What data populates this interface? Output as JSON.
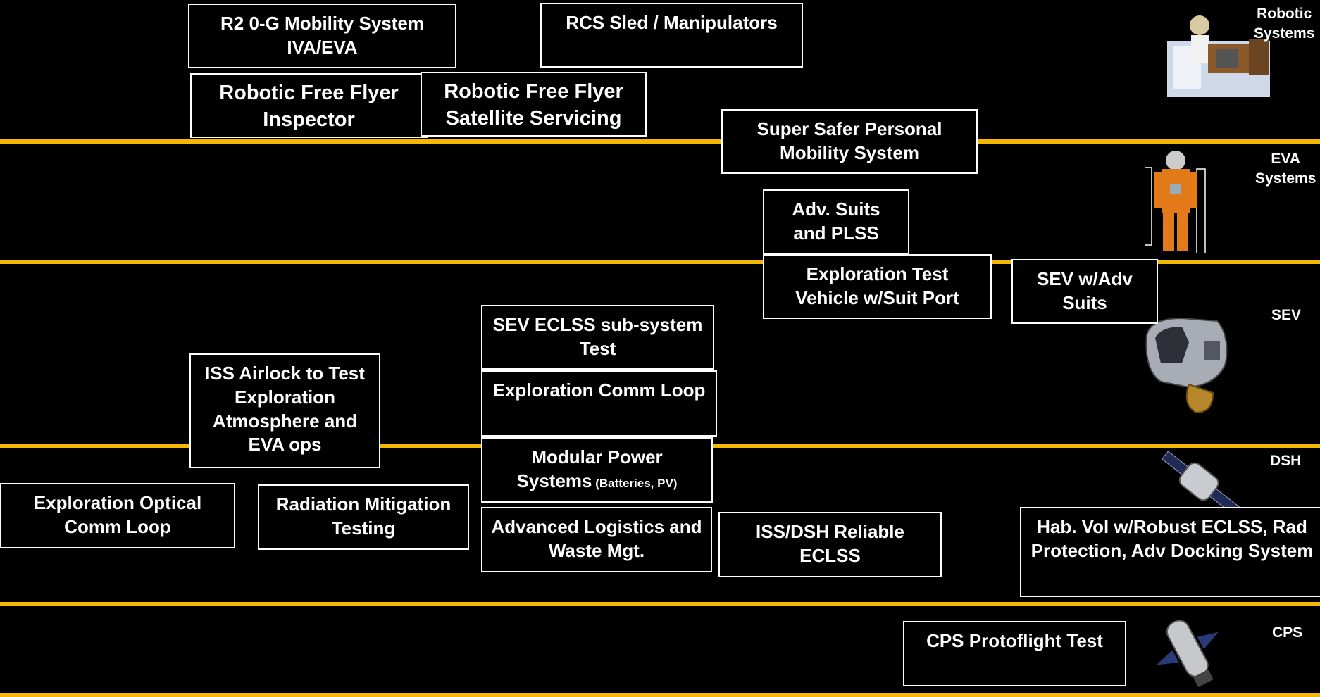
{
  "colors": {
    "background": "#000000",
    "lane_line": "#f5b800",
    "box_border": "#ffffff",
    "text": "#ffffff"
  },
  "lanes": [
    {
      "label_line1": "Robotic",
      "label_line2": "Systems",
      "icon": "robonaut-free-flyer-icon"
    },
    {
      "label_line1": "EVA",
      "label_line2": "Systems",
      "icon": "eva-suit-icon"
    },
    {
      "label_line1": "SEV",
      "label_line2": "",
      "icon": "space-exploration-vehicle-icon"
    },
    {
      "label_line1": "DSH",
      "label_line2": "",
      "icon": "deep-space-habitat-icon"
    },
    {
      "label_line1": "CPS",
      "label_line2": "",
      "icon": "cryogenic-propulsion-stage-icon"
    }
  ],
  "boxes": {
    "r2_mobility": {
      "line1": "R2 0-G Mobility System",
      "line2": "IVA/EVA"
    },
    "rcs_sled": {
      "line1": "RCS Sled / Manipulators"
    },
    "rff_inspector": {
      "line1": "Robotic Free Flyer",
      "line2": "Inspector"
    },
    "rff_servicing": {
      "line1": "Robotic Free Flyer",
      "line2": "Satellite Servicing"
    },
    "super_safer": {
      "line1": "Super Safer Personal",
      "line2": "Mobility System"
    },
    "adv_suits": {
      "line1": "Adv. Suits",
      "line2": "and PLSS"
    },
    "exploration_test_vehicle": {
      "line1": "Exploration Test",
      "line2": "Vehicle  w/Suit Port"
    },
    "sev_adv_suits": {
      "line1": "SEV w/Adv",
      "line2": "Suits"
    },
    "sev_eclss": {
      "line1": "SEV ECLSS sub-system",
      "line2": "Test"
    },
    "exploration_comm_loop": {
      "line1": "Exploration Comm Loop"
    },
    "iss_airlock": {
      "line1": "ISS  Airlock to Test",
      "line2": "Exploration",
      "line3": "Atmosphere and",
      "line4": "EVA ops"
    },
    "modular_power": {
      "line1": "Modular Power",
      "line2": "Systems",
      "line2_small": " (Batteries, PV)"
    },
    "optical_comm": {
      "line1": "Exploration Optical",
      "line2": "Comm Loop"
    },
    "radiation": {
      "line1": "Radiation Mitigation",
      "line2": "Testing"
    },
    "logistics": {
      "line1": "Advanced Logistics and",
      "line2": "Waste Mgt."
    },
    "iss_dsh_eclss": {
      "line1": "ISS/DSH Reliable",
      "line2": "ECLSS"
    },
    "hab_vol": {
      "line1": "Hab. Vol w/Robust ECLSS, Rad",
      "line2": "Protection, Adv Docking System"
    },
    "cps_protoflight": {
      "line1": "CPS Protoflight Test"
    }
  }
}
